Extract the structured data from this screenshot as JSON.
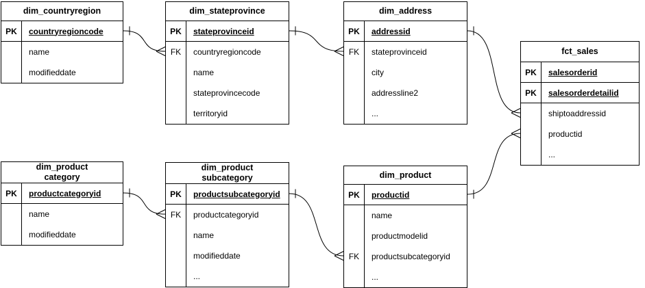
{
  "diagram": {
    "background_color": "#ffffff",
    "line_color": "#000000",
    "text_color": "#000000",
    "tables": [
      {
        "id": "dim_countryregion",
        "title": "dim_countryregion",
        "rows": [
          {
            "key": "PK",
            "label": "countryregioncode",
            "is_key": true
          },
          {
            "key": "",
            "label": "name",
            "is_key": false
          },
          {
            "key": "",
            "label": "modifieddate",
            "is_key": false
          }
        ]
      },
      {
        "id": "dim_stateprovince",
        "title": "dim_stateprovince",
        "rows": [
          {
            "key": "PK",
            "label": "stateprovinceid",
            "is_key": true
          },
          {
            "key": "FK",
            "label": "countryregioncode",
            "is_key": false
          },
          {
            "key": "",
            "label": "name",
            "is_key": false
          },
          {
            "key": "",
            "label": "stateprovincecode",
            "is_key": false
          },
          {
            "key": "",
            "label": "territoryid",
            "is_key": false
          }
        ]
      },
      {
        "id": "dim_address",
        "title": "dim_address",
        "rows": [
          {
            "key": "PK",
            "label": "addressid",
            "is_key": true
          },
          {
            "key": "FK",
            "label": "stateprovinceid",
            "is_key": false
          },
          {
            "key": "",
            "label": "city",
            "is_key": false
          },
          {
            "key": "",
            "label": "addressline2",
            "is_key": false
          },
          {
            "key": "",
            "label": "...",
            "is_key": false
          }
        ]
      },
      {
        "id": "fct_sales",
        "title": "fct_sales",
        "rows": [
          {
            "key": "PK",
            "label": "salesorderid",
            "is_key": true
          },
          {
            "key": "PK",
            "label": "salesorderdetailid",
            "is_key": true
          },
          {
            "key": "",
            "label": "shiptoaddressid",
            "is_key": false
          },
          {
            "key": "",
            "label": "productid",
            "is_key": false
          },
          {
            "key": "",
            "label": "...",
            "is_key": false
          }
        ]
      },
      {
        "id": "dim_productcategory",
        "title": "dim_product\ncategory",
        "rows": [
          {
            "key": "PK",
            "label": "productcategoryid",
            "is_key": true
          },
          {
            "key": "",
            "label": "name",
            "is_key": false
          },
          {
            "key": "",
            "label": "modifieddate",
            "is_key": false
          }
        ]
      },
      {
        "id": "dim_productsubcategory",
        "title": "dim_product\nsubcategory",
        "rows": [
          {
            "key": "PK",
            "label": "productsubcategoryid",
            "is_key": true
          },
          {
            "key": "FK",
            "label": "productcategoryid",
            "is_key": false
          },
          {
            "key": "",
            "label": "name",
            "is_key": false
          },
          {
            "key": "",
            "label": "modifieddate",
            "is_key": false
          },
          {
            "key": "",
            "label": "...",
            "is_key": false
          }
        ]
      },
      {
        "id": "dim_product",
        "title": "dim_product",
        "rows": [
          {
            "key": "PK",
            "label": "productid",
            "is_key": true
          },
          {
            "key": "",
            "label": "name",
            "is_key": false
          },
          {
            "key": "",
            "label": "productmodelid",
            "is_key": false
          },
          {
            "key": "FK",
            "label": "productsubcategoryid",
            "is_key": false
          },
          {
            "key": "",
            "label": "...",
            "is_key": false
          }
        ]
      }
    ],
    "relationships": [
      {
        "from_table": "dim_countryregion",
        "from_field": "countryregioncode",
        "to_table": "dim_stateprovince",
        "to_field": "countryregioncode",
        "cardinality": "one-to-many"
      },
      {
        "from_table": "dim_stateprovince",
        "from_field": "stateprovinceid",
        "to_table": "dim_address",
        "to_field": "stateprovinceid",
        "cardinality": "one-to-many"
      },
      {
        "from_table": "dim_address",
        "from_field": "addressid",
        "to_table": "fct_sales",
        "to_field": "shiptoaddressid",
        "cardinality": "one-to-many"
      },
      {
        "from_table": "dim_product",
        "from_field": "productid",
        "to_table": "fct_sales",
        "to_field": "productid",
        "cardinality": "one-to-many"
      },
      {
        "from_table": "dim_productcategory",
        "from_field": "productcategoryid",
        "to_table": "dim_productsubcategory",
        "to_field": "productcategoryid",
        "cardinality": "one-to-many"
      },
      {
        "from_table": "dim_productsubcategory",
        "from_field": "productsubcategoryid",
        "to_table": "dim_product",
        "to_field": "productsubcategoryid",
        "cardinality": "one-to-many"
      }
    ]
  }
}
